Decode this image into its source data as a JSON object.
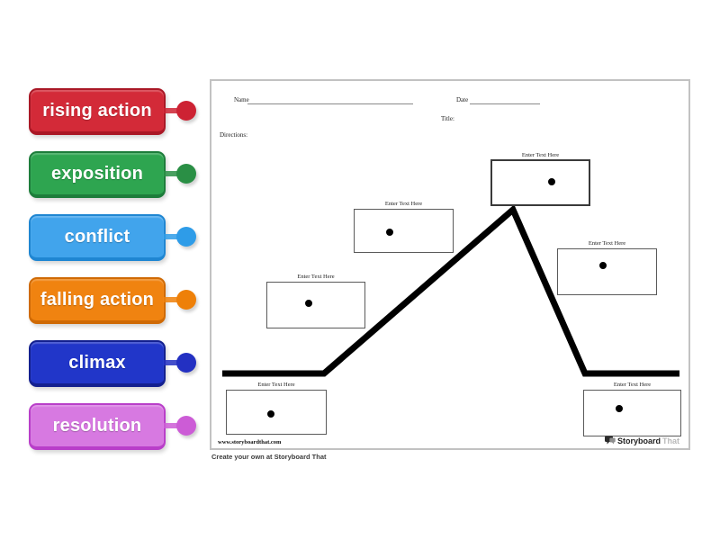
{
  "labels": [
    {
      "text": "rising action",
      "colors": {
        "fill": "#d32a38",
        "edge": "#aa1826",
        "dot": "#cd2233"
      }
    },
    {
      "text": "exposition",
      "colors": {
        "fill": "#2ea550",
        "edge": "#1d7d3b",
        "dot": "#2a8f45"
      }
    },
    {
      "text": "conflict",
      "colors": {
        "fill": "#41a4ec",
        "edge": "#1f86d2",
        "dot": "#2e9ce8"
      }
    },
    {
      "text": "falling action",
      "colors": {
        "fill": "#f08310",
        "edge": "#cf6a05",
        "dot": "#ee8009"
      }
    },
    {
      "text": "climax",
      "colors": {
        "fill": "#2136c9",
        "edge": "#13208f",
        "dot": "#2330c2"
      }
    },
    {
      "text": "resolution",
      "colors": {
        "fill": "#d779e1",
        "edge": "#b93ec9",
        "dot": "#cc5cd6"
      }
    }
  ],
  "worksheet": {
    "name_label": "Name",
    "date_label": "Date",
    "title_label": "Title:",
    "directions_label": "Directions:",
    "targets": [
      {
        "caption": "Enter Text Here"
      },
      {
        "caption": "Enter Text Here"
      },
      {
        "caption": "Enter Text Here"
      },
      {
        "caption": "Enter Text Here"
      },
      {
        "caption": "Enter Text Here"
      },
      {
        "caption": "Enter Text Here"
      }
    ],
    "footer_url": "www.storyboardthat.com",
    "logo": {
      "bold": "Storyboard",
      "light": "That"
    }
  },
  "footer": {
    "caption": "Create your own at Storyboard That"
  },
  "colors": {
    "plot_line": "#000000",
    "panel_border": "#c2c2c2"
  }
}
